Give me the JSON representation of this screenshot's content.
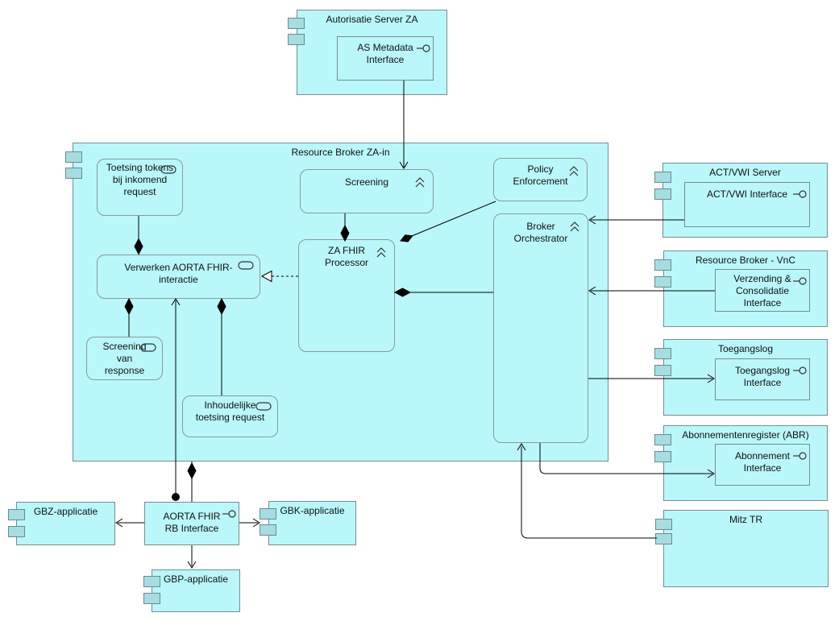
{
  "colors": {
    "node_fill": "#b9f7fa",
    "tab_fill": "#a5dde1",
    "node_border": "#7a8c8e",
    "line_color": "#000000",
    "background": "#ffffff"
  },
  "icons": {
    "component_icon": "two-tab-rectangles",
    "process_icon": "double-chevron-up",
    "service_icon": "stadium-oval",
    "interface_icon": "lollipop-circle"
  },
  "nodes": {
    "autorisatie_server": {
      "title": "Autorisatie Server ZA"
    },
    "as_metadata_interface": {
      "label": "AS Metadata Interface"
    },
    "resource_broker": {
      "title": "Resource Broker ZA-in"
    },
    "toetsing_tokens": {
      "label": "Toetsing tokens bij inkomend request"
    },
    "screening": {
      "label": "Screening"
    },
    "policy_enforcement": {
      "label": "Policy Enforcement"
    },
    "za_fhir_processor": {
      "label": "ZA FHIR Processor"
    },
    "verwerken_aorta": {
      "label": "Verwerken AORTA FHIR-interactie"
    },
    "screening_van_response": {
      "label": "Screening van response"
    },
    "inhoudelijke_toetsing": {
      "label": "Inhoudelijke toetsing request"
    },
    "broker_orchestrator": {
      "label": "Broker Orchestrator"
    },
    "act_vwi_server": {
      "title": "ACT/VWI Server"
    },
    "act_vwi_interface": {
      "label": "ACT/VWI Interface"
    },
    "resource_broker_vnc": {
      "title": "Resource Broker - VnC"
    },
    "verzending_consolidatie_interface": {
      "label": "Verzending & Consolidatie Interface"
    },
    "toegangslog": {
      "title": "Toegangslog"
    },
    "toegangslog_interface": {
      "label": "Toegangslog Interface"
    },
    "abonnementenregister": {
      "title": "Abonnementenregister (ABR)"
    },
    "abonnement_interface": {
      "label": "Abonnement Interface"
    },
    "mitz_tr": {
      "title": "Mitz TR"
    },
    "gbz_applicatie": {
      "title": "GBZ-applicatie"
    },
    "aorta_fhir_rb_interface": {
      "label_lines": [
        "AORTA FHIR",
        "RB Interface"
      ]
    },
    "gbk_applicatie": {
      "title": "GBK-applicatie"
    },
    "gbp_applicatie": {
      "title": "GBP-applicatie"
    }
  },
  "relations": [
    {
      "from": "as_metadata_interface",
      "to": "screening",
      "type": "open-arrow"
    },
    {
      "from": "screening",
      "to": "za_fhir_processor",
      "type": "composition"
    },
    {
      "from": "policy_enforcement",
      "to": "za_fhir_processor",
      "type": "composition"
    },
    {
      "from": "broker_orchestrator",
      "to": "za_fhir_processor",
      "type": "composition"
    },
    {
      "from": "toetsing_tokens",
      "to": "verwerken_aorta",
      "type": "composition"
    },
    {
      "from": "za_fhir_processor",
      "to": "verwerken_aorta",
      "type": "realization-dashed"
    },
    {
      "from": "screening_van_response",
      "to": "verwerken_aorta",
      "type": "composition"
    },
    {
      "from": "inhoudelijke_toetsing",
      "to": "verwerken_aorta",
      "type": "composition"
    },
    {
      "from": "aorta_fhir_rb_interface",
      "to": "verwerken_aorta",
      "type": "assignment-ball-arrow"
    },
    {
      "from": "resource_broker",
      "to": "aorta_fhir_rb_interface",
      "type": "composition"
    },
    {
      "from": "act_vwi_interface",
      "to": "broker_orchestrator",
      "type": "open-arrow"
    },
    {
      "from": "verzending_consolidatie_interface",
      "to": "broker_orchestrator",
      "type": "open-arrow"
    },
    {
      "from": "broker_orchestrator",
      "to": "toegangslog_interface",
      "type": "open-arrow"
    },
    {
      "from": "broker_orchestrator",
      "to": "abonnement_interface",
      "type": "open-arrow"
    },
    {
      "from": "mitz_tr",
      "to": "broker_orchestrator",
      "type": "open-arrow"
    },
    {
      "from": "aorta_fhir_rb_interface",
      "to": "gbz_applicatie",
      "type": "open-arrow"
    },
    {
      "from": "aorta_fhir_rb_interface",
      "to": "gbk_applicatie",
      "type": "open-arrow"
    },
    {
      "from": "aorta_fhir_rb_interface",
      "to": "gbp_applicatie",
      "type": "open-arrow"
    }
  ]
}
